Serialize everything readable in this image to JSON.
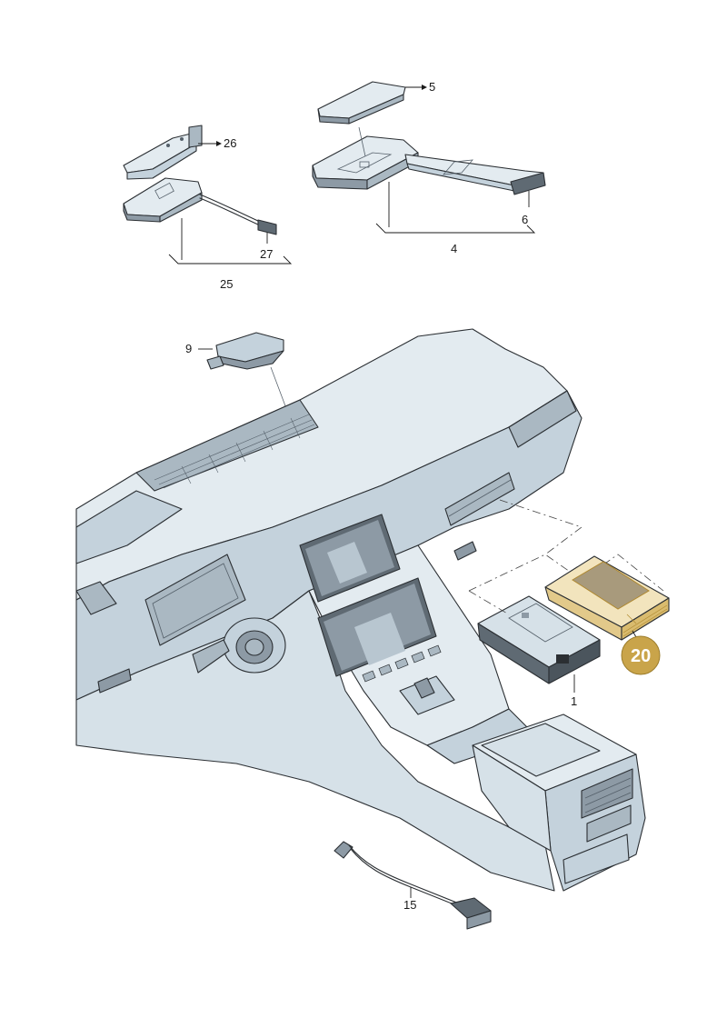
{
  "callouts": {
    "c1": "1",
    "c4": "4",
    "c5": "5",
    "c6": "6",
    "c9": "9",
    "c15": "15",
    "c20": "20",
    "c25": "25",
    "c26": "26",
    "c27": "27"
  },
  "highlight_color": "#c9a44a",
  "line_color": "#2b2f33",
  "shade_light": "#e3ebf0",
  "shade_mid": "#c4d2dc",
  "shade_dark": "#8d9aa5"
}
